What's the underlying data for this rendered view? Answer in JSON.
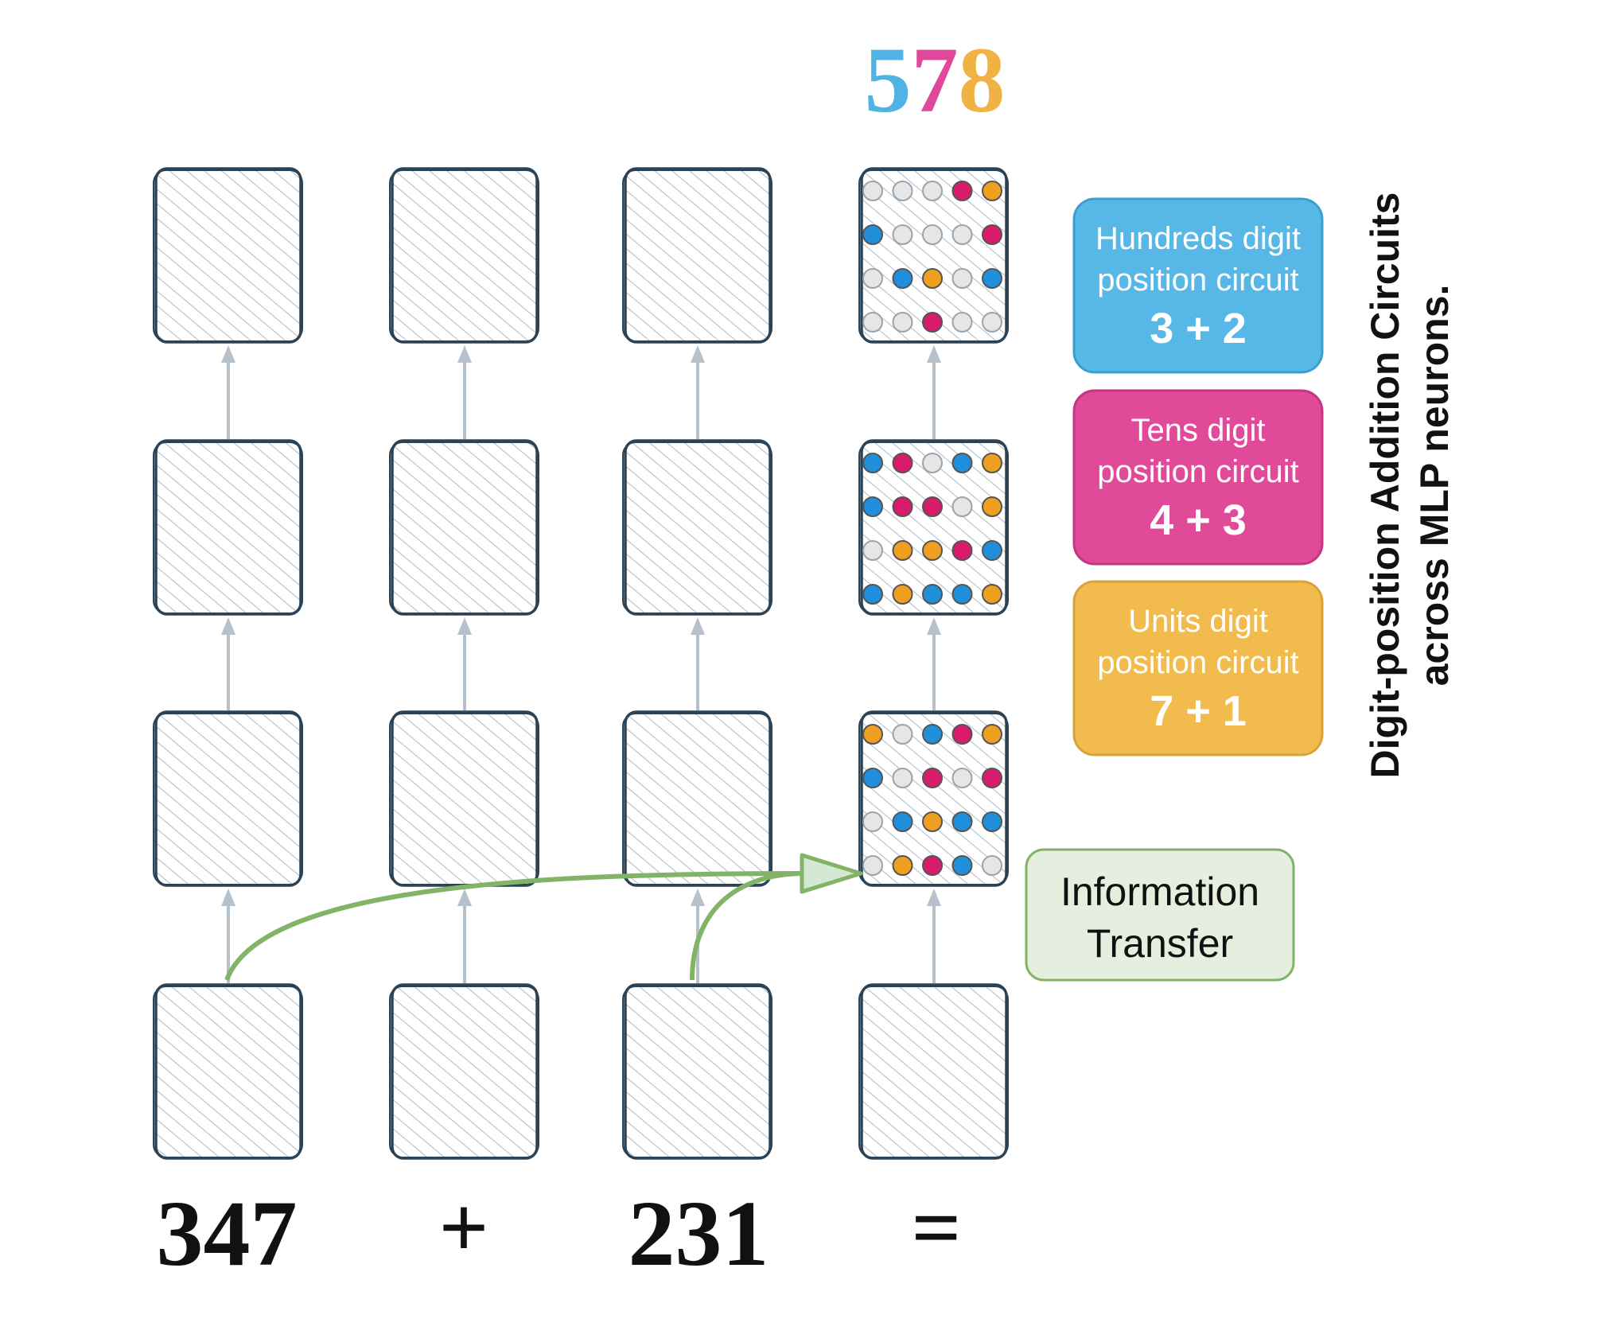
{
  "answer": {
    "digits": [
      {
        "text": "5",
        "color": "#4fb3e3"
      },
      {
        "text": "7",
        "color": "#e0489b"
      },
      {
        "text": "8",
        "color": "#f0b244"
      }
    ]
  },
  "tokens": [
    "347",
    "+",
    "231",
    "="
  ],
  "circuits": [
    {
      "line1": "Hundreds digit",
      "line2": "position circuit",
      "sum": "3 + 2",
      "fill": "#57b7e6",
      "stroke": "#3a9fd0"
    },
    {
      "line1": "Tens digit",
      "line2": "position circuit",
      "sum": "4 + 3",
      "fill": "#e04a99",
      "stroke": "#c53680"
    },
    {
      "line1": "Units digit",
      "line2": "position circuit",
      "sum": "7 + 1",
      "fill": "#f2bb4d",
      "stroke": "#d9a23a"
    }
  ],
  "info_transfer": {
    "line1": "Information",
    "line2": "Transfer"
  },
  "side_title": {
    "line1": "Digit-position Addition Circuits",
    "line2": "across MLP neurons."
  },
  "colors": {
    "grey": "#e6e6e6",
    "blue": "#1f8fdc",
    "pink": "#d81b6b",
    "orange": "#f0a020",
    "box_stroke": "#2c4355",
    "hatch": "#b4bec8",
    "arrow": "#b6c1cb",
    "green": "#82b366",
    "green_fill": "#e6efdf"
  },
  "neurons": {
    "top": [
      [
        "g",
        "g",
        "g",
        "p",
        "o"
      ],
      [
        "b",
        "g",
        "g",
        "g",
        "p"
      ],
      [
        "g",
        "b",
        "o",
        "g",
        "b"
      ],
      [
        "g",
        "g",
        "p",
        "g",
        "g"
      ]
    ],
    "middle": [
      [
        "b",
        "p",
        "g",
        "b",
        "o"
      ],
      [
        "b",
        "p",
        "p",
        "g",
        "o"
      ],
      [
        "g",
        "o",
        "o",
        "p",
        "b"
      ],
      [
        "b",
        "o",
        "b",
        "b",
        "o"
      ]
    ],
    "lower": [
      [
        "o",
        "g",
        "b",
        "p",
        "o"
      ],
      [
        "b",
        "g",
        "p",
        "g",
        "p"
      ],
      [
        "g",
        "b",
        "o",
        "b",
        "b"
      ],
      [
        "g",
        "o",
        "p",
        "b",
        "g"
      ]
    ]
  }
}
